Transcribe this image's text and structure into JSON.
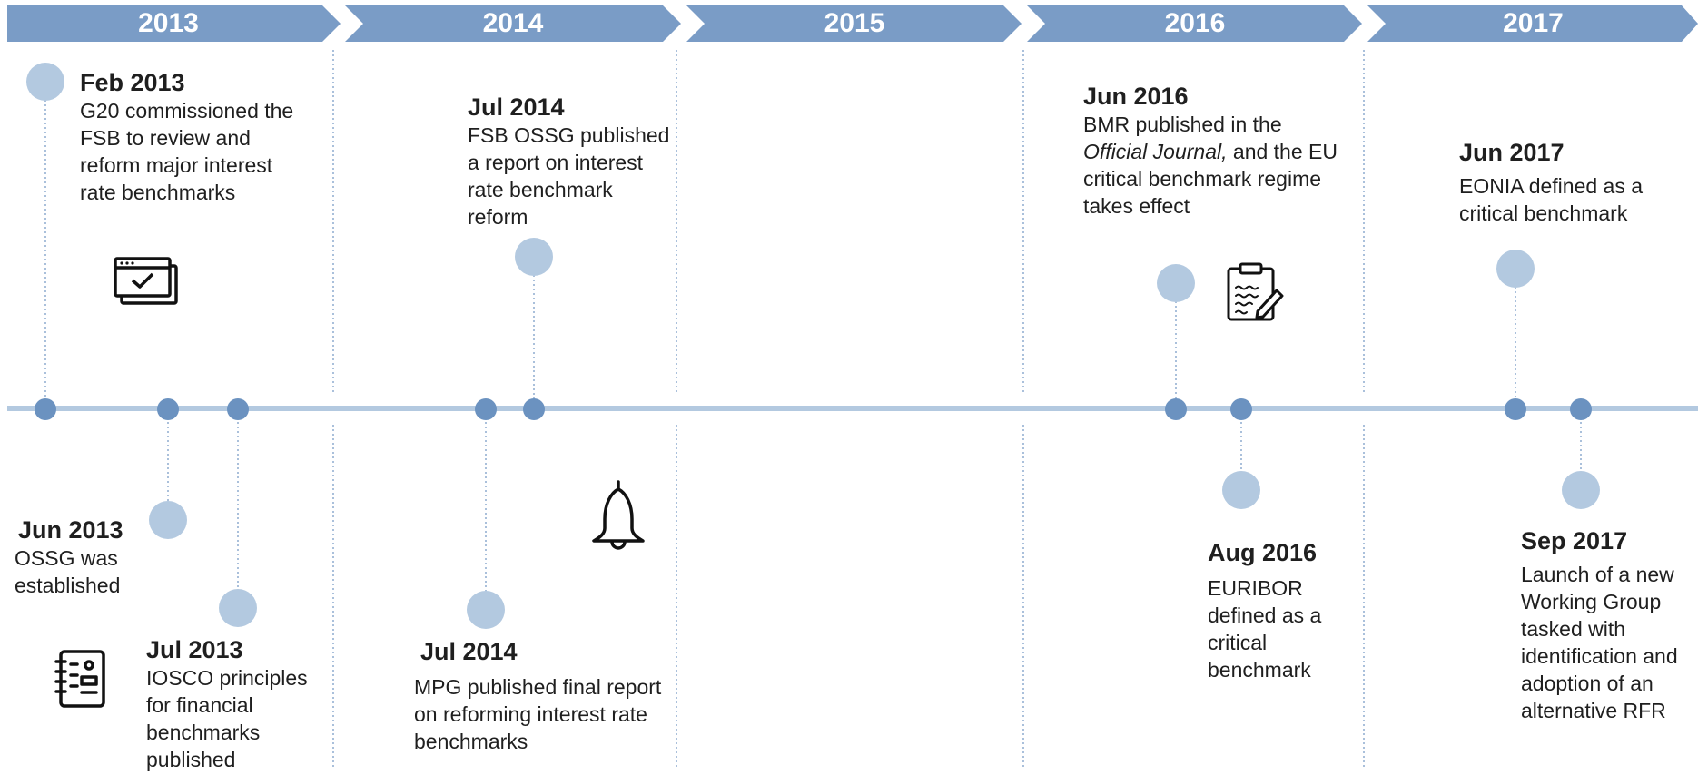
{
  "years": [
    "2013",
    "2014",
    "2015",
    "2016",
    "2017"
  ],
  "colors": {
    "banner": "#7a9cc6",
    "axis": "#b3c9e0",
    "dot": "#6b92c0",
    "bubble": "#b3c9e0",
    "divider": "#8eabcf",
    "text": "#1f1f1f"
  },
  "events": [
    {
      "date": "Feb 2013",
      "text": "G20 commissioned the FSB to review and reform major interest rate benchmarks"
    },
    {
      "date": "Jun 2013",
      "text": "OSSG was established"
    },
    {
      "date": "Jul 2013",
      "text": "IOSCO principles for financial benchmarks published"
    },
    {
      "date": "Jul 2014",
      "text": "FSB OSSG published a report on interest rate benchmark reform"
    },
    {
      "date": "Jul 2014",
      "text": "MPG published final report on reforming interest rate benchmarks"
    },
    {
      "date": "Jun 2016",
      "text_pre": "BMR published in the",
      "text_italic": "Official Journal,",
      "text_post": "and the EU critical benchmark regime takes effect"
    },
    {
      "date": "Aug 2016",
      "text": "EURIBOR defined as a critical benchmark"
    },
    {
      "date": "Jun 2017",
      "text": "EONIA defined as a critical benchmark"
    },
    {
      "date": "Sep 2017",
      "text": "Launch of a new Working Group tasked with identification and adoption of an alternative RFR"
    }
  ],
  "icons": [
    "browser-checkmark-icon",
    "bell-icon",
    "clipboard-pen-icon",
    "document-list-icon"
  ]
}
